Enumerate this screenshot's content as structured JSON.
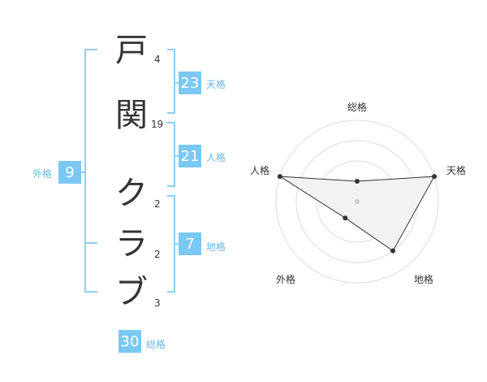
{
  "characters": [
    {
      "char": "戸",
      "strokes": "4"
    },
    {
      "char": "関",
      "strokes": "19"
    },
    {
      "char": "ク",
      "strokes": "2"
    },
    {
      "char": "ラ",
      "strokes": "2"
    },
    {
      "char": "ブ",
      "strokes": "3"
    }
  ],
  "fortunes": {
    "tenkaku": {
      "value": "23",
      "label": "天格"
    },
    "jinkaku": {
      "value": "21",
      "label": "人格"
    },
    "chikaku": {
      "value": "7",
      "label": "地格"
    },
    "gaikaku": {
      "value": "9",
      "label": "外格"
    },
    "soukaku": {
      "value": "30",
      "label": "総格"
    }
  },
  "radar": {
    "labels": {
      "top": "総格",
      "right": "天格",
      "left": "人格",
      "bottom_right": "地格",
      "bottom_left": "外格"
    },
    "values_fraction": {
      "top": 0.25,
      "right": 1.0,
      "bottom_right": 0.75,
      "bottom_left": 0.25,
      "left": 1.0
    }
  },
  "colors": {
    "accent": "#7cc8f4",
    "bracket": "#8fd0f5",
    "text": "#333333",
    "label": "#6ab8ea"
  }
}
